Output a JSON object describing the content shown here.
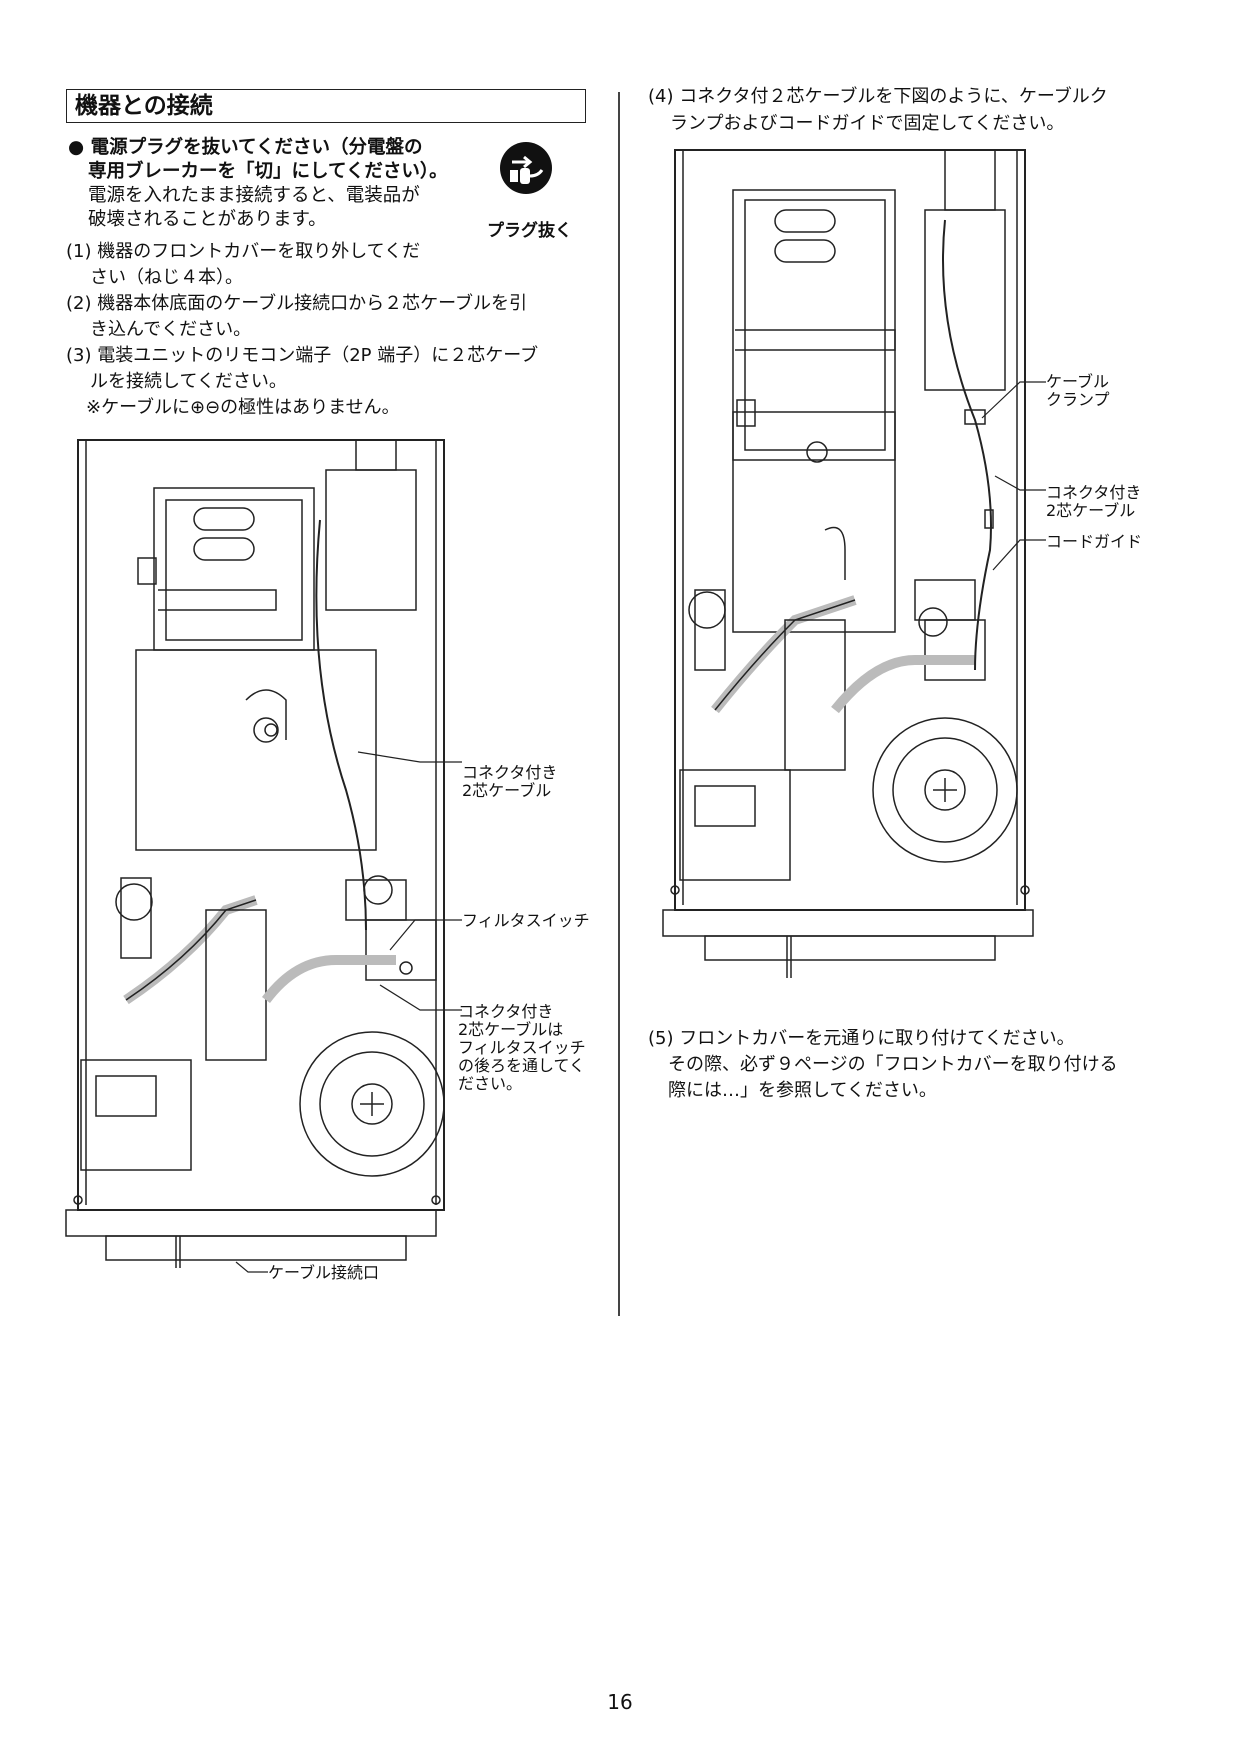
{
  "section_title": "機器との接続",
  "warning": {
    "bold_line1": "● 電源プラグを抜いてください（分電盤の",
    "bold_line2": "専用ブレーカーを「切」にしてください）。",
    "line3": "電源を入れたまま接続すると、電装品が",
    "line4": "破壊されることがあります。",
    "icon": "unplug-icon",
    "icon_label": "プラグ抜く"
  },
  "steps": {
    "s1_a": "(1) 機器のフロントカバーを取り外してくだ",
    "s1_b": "さい（ねじ４本）。",
    "s2_a": "(2) 機器本体底面のケーブル接続口から２芯ケーブルを引",
    "s2_b": "き込んでください。",
    "s3_a": "(3) 電装ユニットのリモコン端子（2P 端子）に２芯ケーブ",
    "s3_b": "ルを接続してください。",
    "s3_note": "※ケーブルに⊕⊖の極性はありません。",
    "s4_a": "(4) コネクタ付２芯ケーブルを下図のように、ケーブルク",
    "s4_b": "ランプおよびコードガイドで固定してください。",
    "s5_a": "(5) フロントカバーを元通りに取り付けてください。",
    "s5_b": "その際、必ず９ページの「フロントカバーを取り付ける",
    "s5_c": "際には…」を参照してください。"
  },
  "left_diagram": {
    "callout_cable_1": "コネクタ付き",
    "callout_cable_2": "2芯ケーブル",
    "callout_filter": "フィルタスイッチ",
    "callout_route_1": "コネクタ付き",
    "callout_route_2": "2芯ケーブルは",
    "callout_route_3": "フィルタスイッチ",
    "callout_route_4": "の後ろを通してく",
    "callout_route_5": "ださい。",
    "callout_inlet": "ケーブル接続口"
  },
  "right_diagram": {
    "callout_clamp_1": "ケーブル",
    "callout_clamp_2": "クランプ",
    "callout_cable_1": "コネクタ付き",
    "callout_cable_2": "2芯ケーブル",
    "callout_guide": "コードガイド"
  },
  "page_number": "16"
}
